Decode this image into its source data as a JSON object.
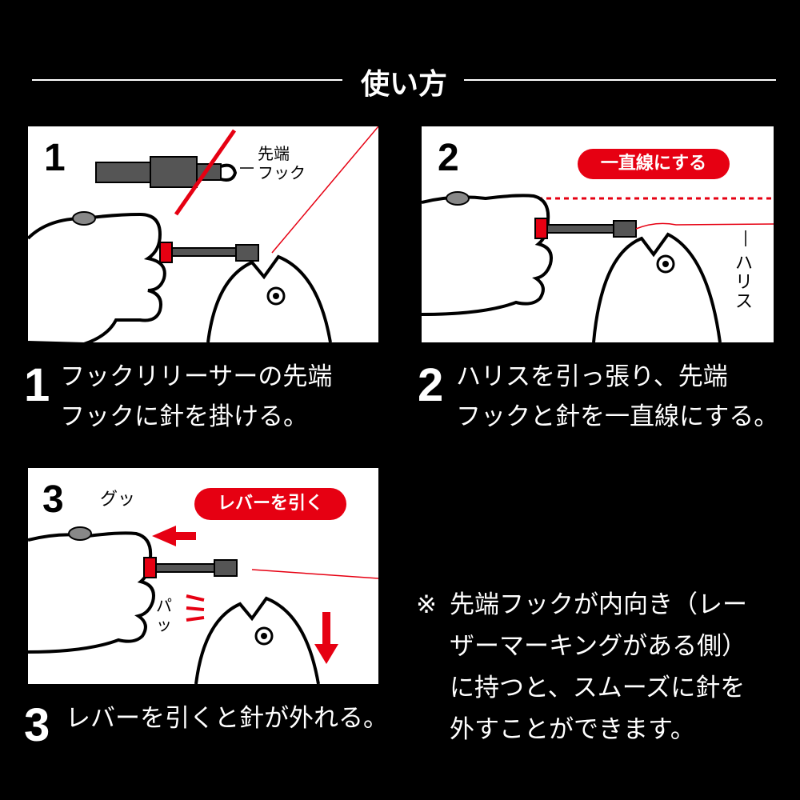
{
  "title": "使い方",
  "colors": {
    "accent": "#e60012",
    "background": "#000000",
    "panel": "#ffffff"
  },
  "panels": [
    {
      "number": "1",
      "label": "先端\nフック"
    },
    {
      "number": "2",
      "bubble": "一直線にする",
      "label": "ハリス"
    },
    {
      "number": "3",
      "sound1": "グッ",
      "bubble": "レバーを引く",
      "sound2": "パッ"
    }
  ],
  "steps": [
    {
      "number": "1",
      "lines": [
        "フックリリーサーの先端",
        "フックに針を掛ける。"
      ]
    },
    {
      "number": "2",
      "lines": [
        "ハリスを引っ張り、先端",
        "フックと針を一直線にする。"
      ]
    },
    {
      "number": "3",
      "lines": [
        "レバーを引くと針が外れる。"
      ]
    }
  ],
  "note": {
    "mark": "※",
    "lines": [
      "先端フックが内向き（レー",
      "ザーマーキングがある側）",
      "に持つと、スムーズに針を",
      "外すことができます。"
    ]
  }
}
